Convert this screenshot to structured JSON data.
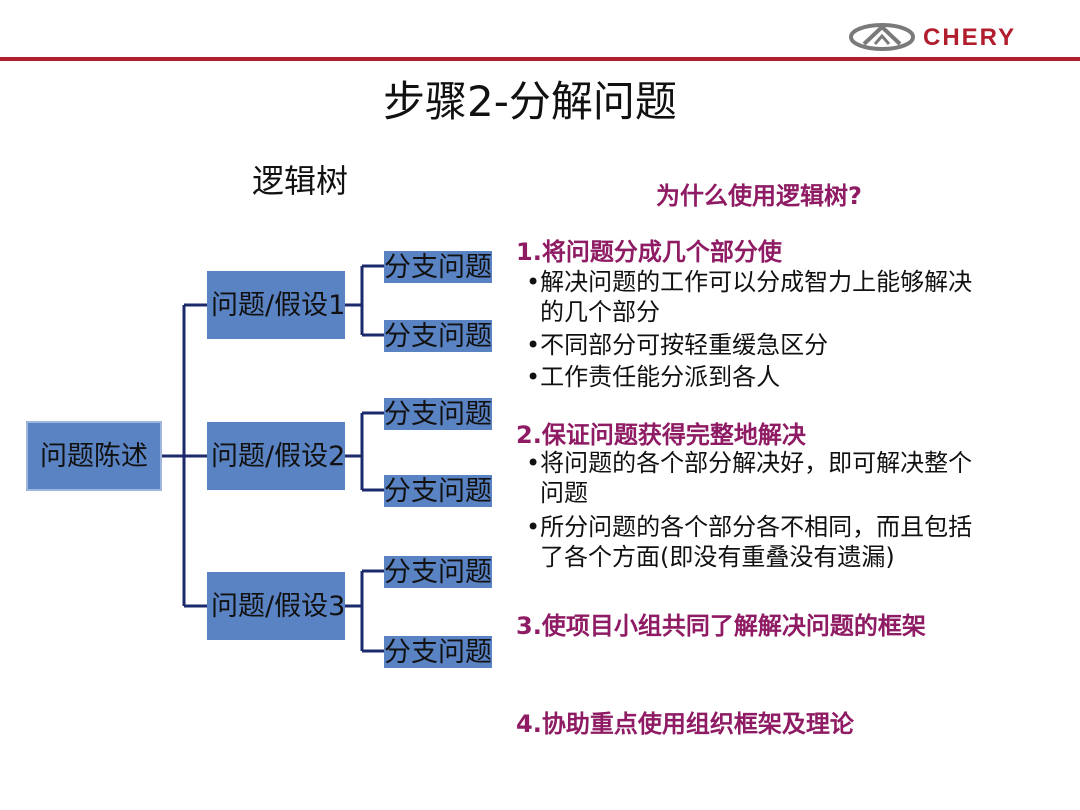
{
  "logo": {
    "brand": "CHERY",
    "brand_color": "#b11e2e"
  },
  "title": "步骤2-分解问题",
  "subtitle": "逻辑树",
  "tree": {
    "root": "问题陈述",
    "hypotheses": [
      {
        "label": "问题/假设1",
        "branches": [
          "分支问题",
          "分支问题"
        ]
      },
      {
        "label": "问题/假设2",
        "branches": [
          "分支问题",
          "分支问题"
        ]
      },
      {
        "label": "问题/假设3",
        "branches": [
          "分支问题",
          "分支问题"
        ]
      }
    ],
    "box_color": "#5a83c4",
    "line_color": "#1b2a6b"
  },
  "why": {
    "heading": "为什么使用逻辑树?",
    "points": [
      {
        "heading": "1.将问题分成几个部分使",
        "bullets": [
          [
            "•解决问题的工作可以分成智力上能够解决",
            "的几个部分"
          ],
          [
            "•不同部分可按轻重缓急区分"
          ],
          [
            "•工作责任能分派到各人"
          ]
        ]
      },
      {
        "heading": "2.保证问题获得完整地解决",
        "bullets": [
          [
            "•将问题的各个部分解决好，即可解决整个",
            "问题"
          ],
          [
            "•所分问题的各个部分各不相同，而且包括",
            "了各个方面(即没有重叠没有遗漏)"
          ]
        ]
      },
      {
        "heading": "3.使项目小组共同了解解决问题的框架",
        "bullets": []
      },
      {
        "heading": "4.协助重点使用组织框架及理论",
        "bullets": []
      }
    ],
    "accent_color": "#8e1b63"
  }
}
